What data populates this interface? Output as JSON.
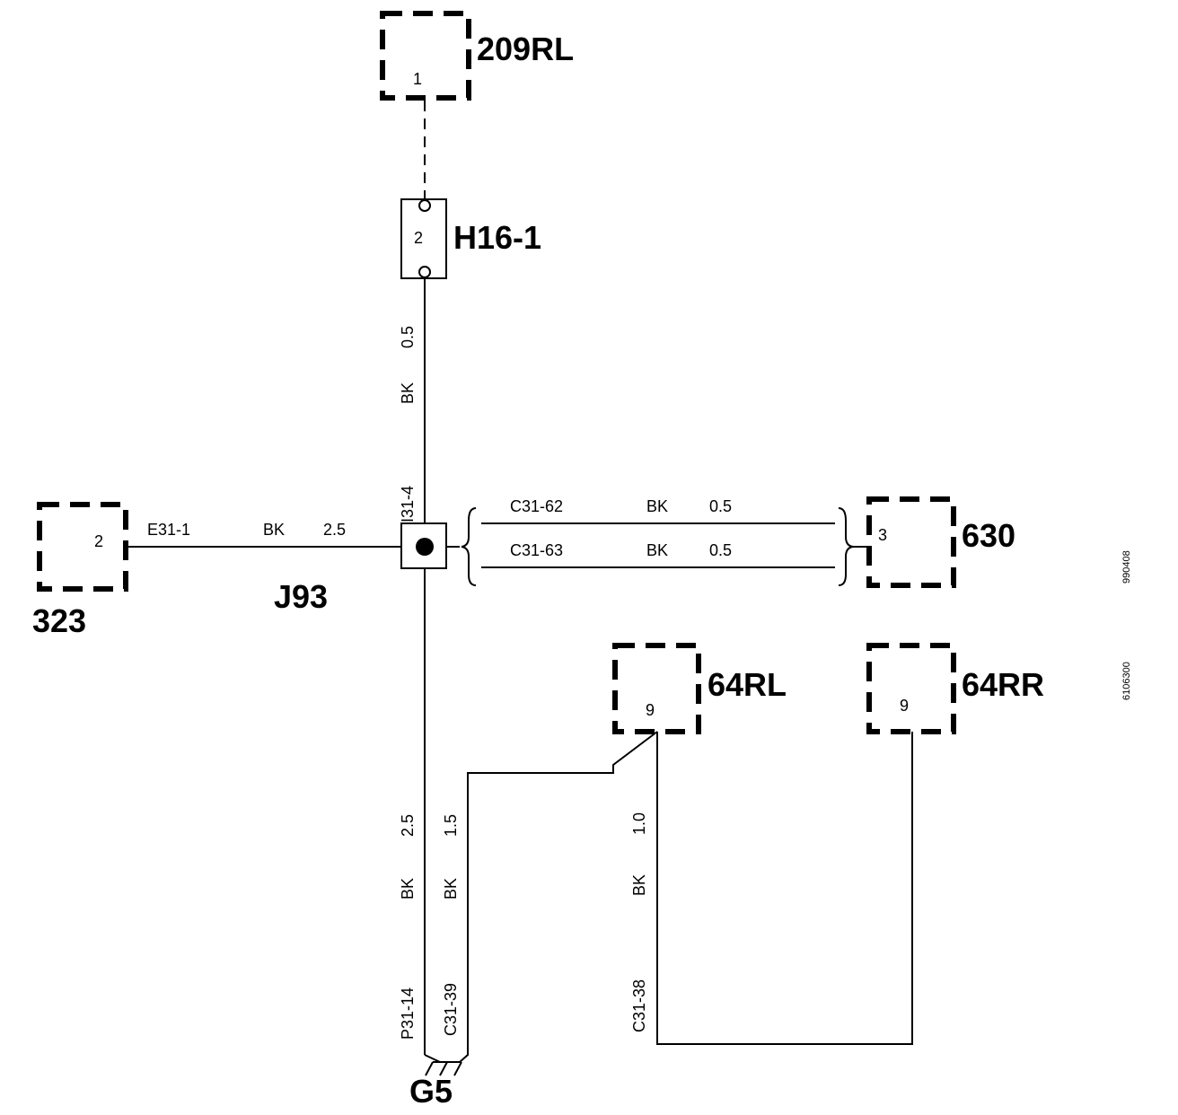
{
  "components": {
    "c209rl": {
      "label": "209RL",
      "pin": "1"
    },
    "h16": {
      "label": "H16-1",
      "pin": "2"
    },
    "c323": {
      "label": "323",
      "pin": "2"
    },
    "c630": {
      "label": "630",
      "pin": "3"
    },
    "c64rl": {
      "label": "64RL",
      "pin": "9"
    },
    "c64rr": {
      "label": "64RR",
      "pin": "9"
    },
    "j93": {
      "label": "J93"
    },
    "g5": {
      "label": "G5"
    }
  },
  "wires": {
    "top": {
      "color": "BK",
      "size": "0.5"
    },
    "left": {
      "id": "E31-1",
      "color": "BK",
      "size": "2.5"
    },
    "splice_id": "I31-4",
    "c62": {
      "id": "C31-62",
      "color": "BK",
      "size": "0.5"
    },
    "c63": {
      "id": "C31-63",
      "color": "BK",
      "size": "0.5"
    },
    "down1": {
      "id": "P31-14",
      "color": "BK",
      "size": "2.5"
    },
    "down2": {
      "id": "C31-39",
      "color": "BK",
      "size": "1.5"
    },
    "down3": {
      "id": "C31-38",
      "color": "BK",
      "size": "1.0"
    }
  },
  "side_codes": [
    "990408",
    "6106300"
  ]
}
